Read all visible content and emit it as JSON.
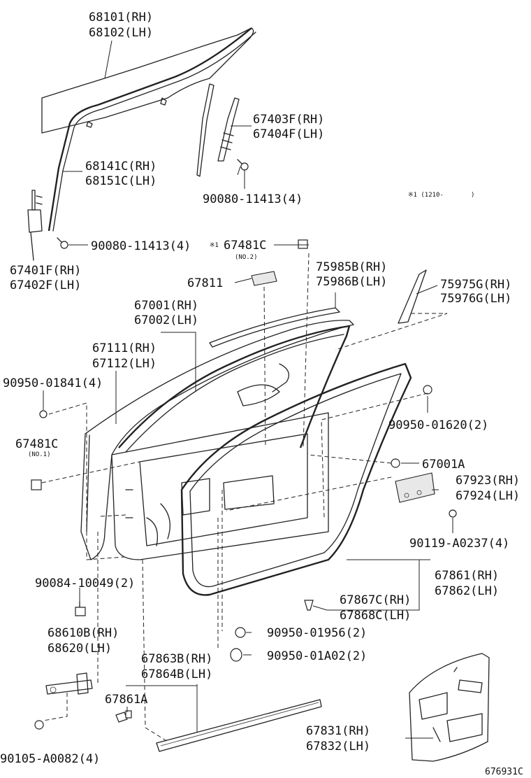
{
  "labels": {
    "glass": [
      "68101(RH)",
      "68102(LH)"
    ],
    "rear_channel": [
      "67403F(RH)",
      "67404F(LH)"
    ],
    "run_channel": [
      "68141C(RH)",
      "68151C(LH)"
    ],
    "bolt_upper": "90080-11413(4)",
    "note_range": "※1 (1210-",
    "bolt_mid": "90080-11413(4)",
    "clip_upper": "67481C",
    "note_mark_upper": "※1",
    "clip_upper_note": "(NO.2)",
    "front_channel": [
      "67401F(RH)",
      "67402F(LH)"
    ],
    "belt_outer": [
      "75985B(RH)",
      "75986B(LH)"
    ],
    "pad_upper": "67811",
    "garnish": [
      "75975G(RH)",
      "75976G(LH)"
    ],
    "door_panel": [
      "67001(RH)",
      "67002(LH)"
    ],
    "door_frame": [
      "67111(RH)",
      "67112(LH)"
    ],
    "clip_left": "90950-01841(4)",
    "clip_right": "90950-01620(2)",
    "clip_lower_left": "67481C",
    "clip_lower_left_note": "(NO.1)",
    "hole_plug": "67001A",
    "cover": [
      "67923(RH)",
      "67924(LH)"
    ],
    "screw_cover": "90119-A0237(4)",
    "hinge_bolt": "90084-10049(2)",
    "weatherstrip": [
      "67861(RH)",
      "67862(LH)"
    ],
    "retainer": [
      "67867C(RH)",
      "67868C(LH)"
    ],
    "check": [
      "68610B(RH)",
      "68620(LH)"
    ],
    "plug_a": "90950-01956(2)",
    "plug_b": "90950-01A02(2)",
    "lower_strip": [
      "67863B(RH)",
      "67864B(LH)"
    ],
    "strip_clip": "67861A",
    "bolt_lower": "90105-A0082(4)",
    "service_hole_cover": [
      "67831(RH)",
      "67832(LH)"
    ],
    "figure_id": "676931C"
  },
  "icons": {
    "bolt": "bolt-icon",
    "clip": "clip-icon",
    "plug": "hole-plug-icon"
  }
}
